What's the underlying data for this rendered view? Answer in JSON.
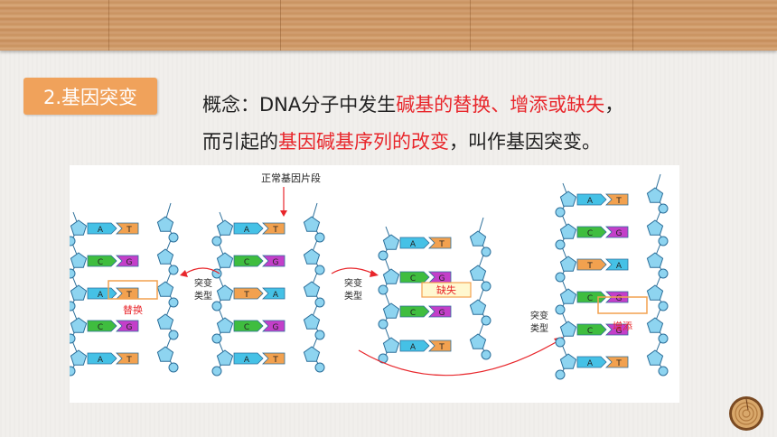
{
  "title": "2.基因突变",
  "definition": {
    "part1": "概念：DNA分子中发生",
    "part1_red": "碱基的替换、增添或缺失",
    "part1_end": "，",
    "part2": "而引起的",
    "part2_red": "基因碱基序列的改变",
    "part2_end": "，叫作基因突变。"
  },
  "figure": {
    "normal_label": "正常基因片段",
    "mutation_type": "突变类型",
    "replace": "替换",
    "delete": "缺失",
    "insert": "增添",
    "bases": {
      "A": "A",
      "T": "T",
      "C": "C",
      "G": "G"
    }
  },
  "colors": {
    "accent": "#f0a25b",
    "red": "#e8262b",
    "blue": "#45c1e6",
    "orange": "#f2a14f",
    "green": "#3fbd3f",
    "magenta": "#c33fc9",
    "pentagon": "#8ed4f0"
  }
}
